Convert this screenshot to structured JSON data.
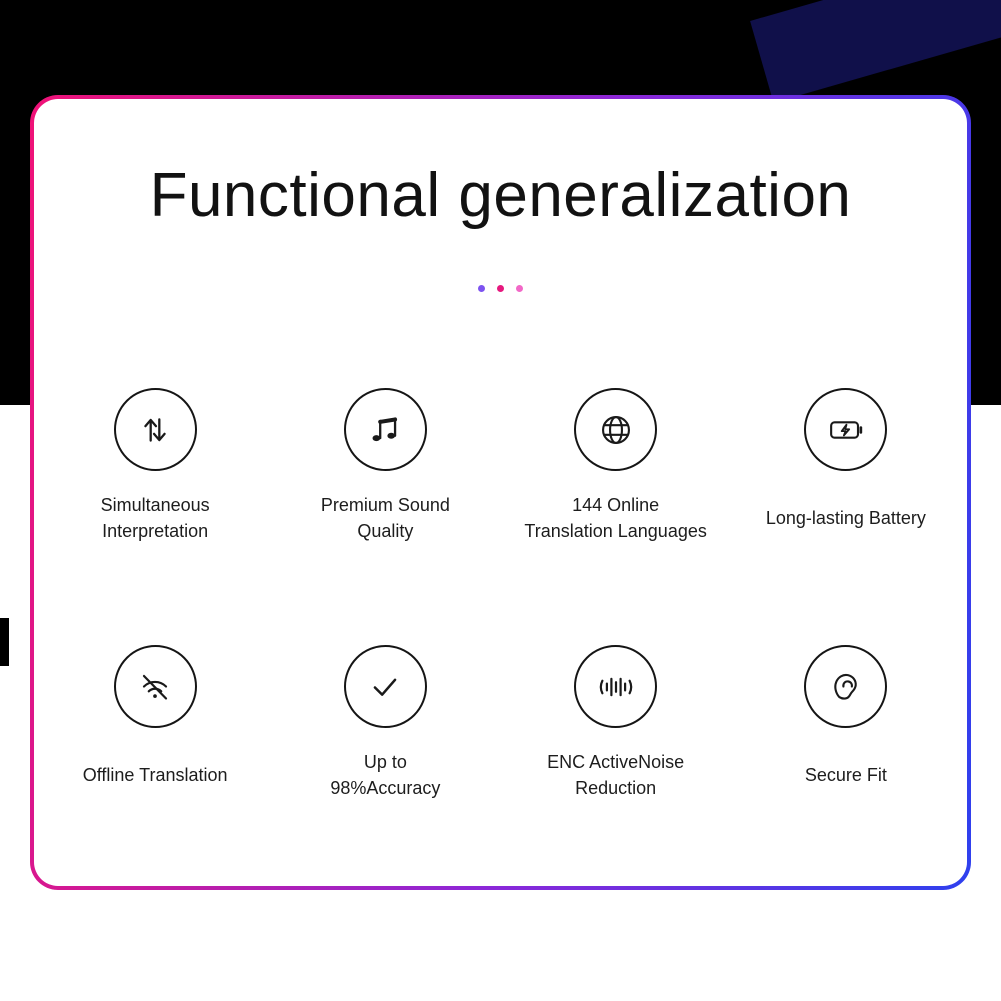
{
  "page": {
    "title": "Functional generalization"
  },
  "dots": {
    "colors": [
      "#7d53f0",
      "#e6187e",
      "#f268c7"
    ]
  },
  "colors": {
    "background_top": "#000000",
    "card_background": "#ffffff",
    "border_gradient": [
      "#f01277",
      "#8c27d8",
      "#2e40ee"
    ],
    "icon_stroke": "#1a1a1a"
  },
  "features": [
    {
      "icon": "swap-vertical-arrows-icon",
      "label": "Simultaneous\nInterpretation"
    },
    {
      "icon": "music-note-icon",
      "label": "Premium Sound\nQuality"
    },
    {
      "icon": "globe-icon",
      "label": "144 Online\nTranslation Languages"
    },
    {
      "icon": "battery-charging-icon",
      "label": "Long-lasting Battery"
    },
    {
      "icon": "wifi-off-icon",
      "label": "Offline Translation"
    },
    {
      "icon": "checkmark-icon",
      "label": "Up to\n98%Accuracy"
    },
    {
      "icon": "sound-wave-icon",
      "label": "ENC ActiveNoise\nReduction"
    },
    {
      "icon": "ear-icon",
      "label": "Secure Fit"
    }
  ]
}
